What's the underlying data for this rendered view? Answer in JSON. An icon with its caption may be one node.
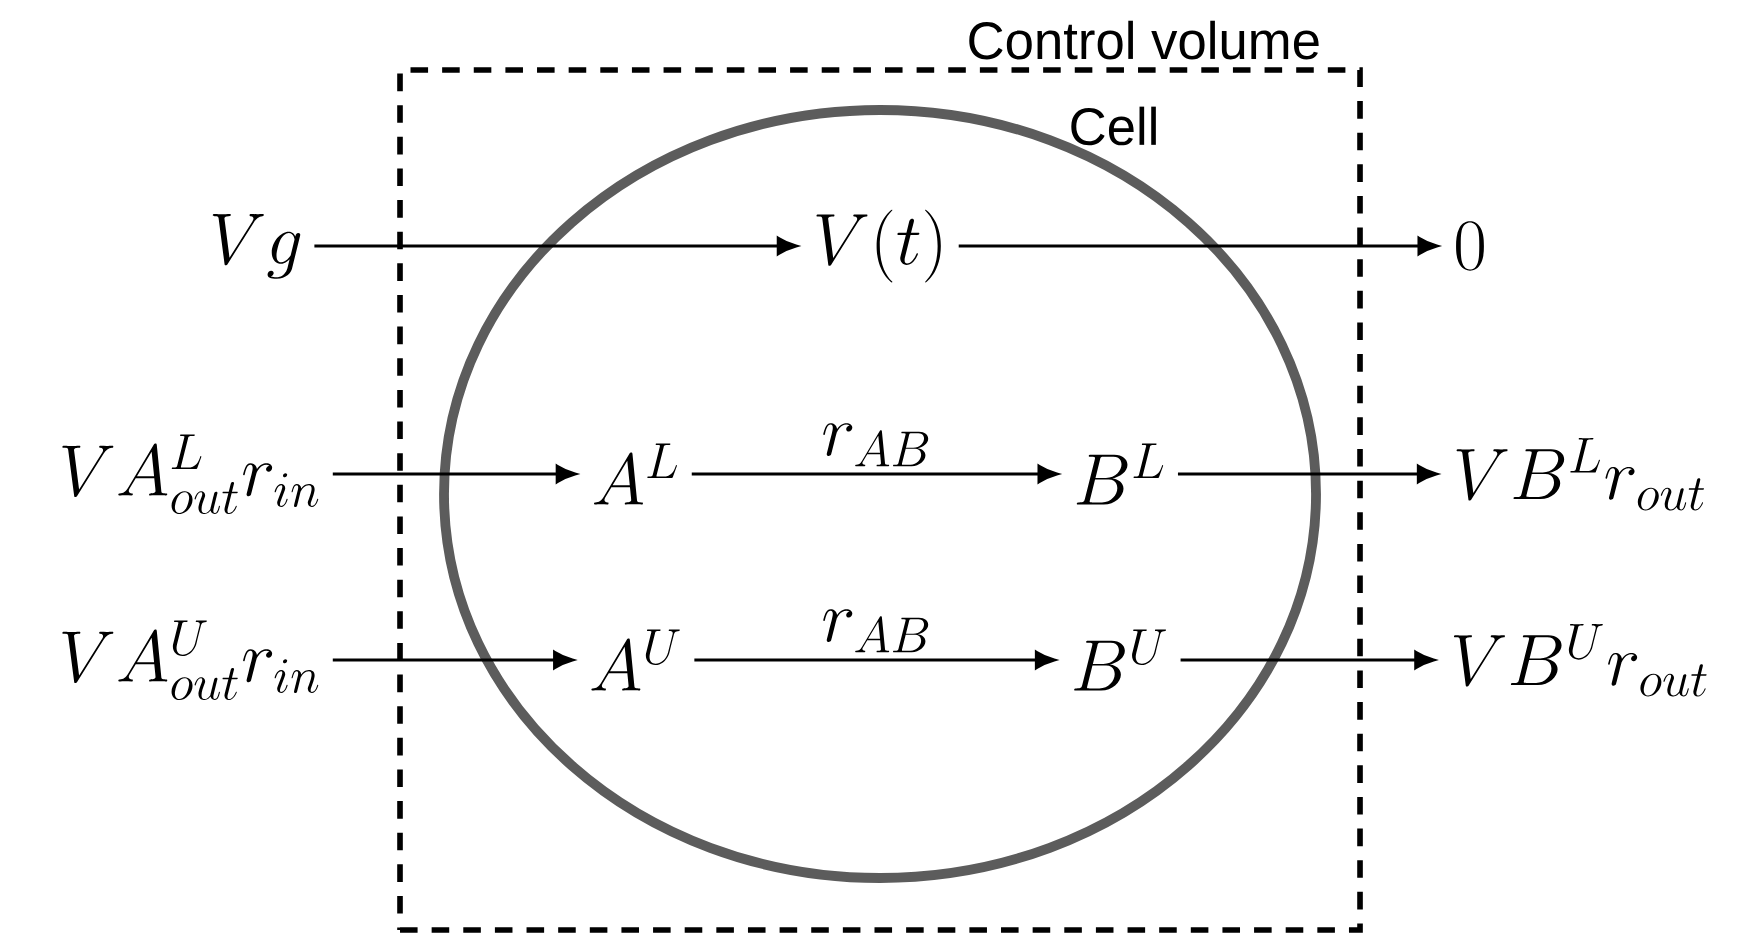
{
  "diagram": {
    "nodes": [
      {
        "text": [
          "Control volume"
        ]
      },
      {
        "text": [
          "Cell"
        ],
        "in": 0
      },
      {
        "text": [
          "Vg"
        ]
      },
      {
        "text": [
          "V(t)"
        ],
        "in": 1
      },
      {
        "text": [
          "0"
        ]
      },
      {
        "text": [
          "VA^L_{out}r_{in}"
        ]
      },
      {
        "text": [
          "A^L"
        ],
        "in": 1
      },
      {
        "text": [
          "B^L"
        ],
        "in": 1
      },
      {
        "text": [
          "VB^Lr_{out}"
        ]
      },
      {
        "text": [
          "VA^U_{out}r_{in}"
        ]
      },
      {
        "text": [
          "A^U"
        ],
        "in": 1
      },
      {
        "text": [
          "B^U"
        ],
        "in": 1
      },
      {
        "text": [
          "VB^Ur_{out}"
        ]
      }
    ],
    "edges": [
      {
        "from": 2,
        "to": 3,
        "arrow": "to"
      },
      {
        "from": 3,
        "to": 4,
        "arrow": "to"
      },
      {
        "from": 5,
        "to": 6,
        "arrow": "to"
      },
      {
        "from": 6,
        "to": 7,
        "arrow": "to",
        "label": "r_{AB}"
      },
      {
        "from": 7,
        "to": 8,
        "arrow": "to"
      },
      {
        "from": 9,
        "to": 10,
        "arrow": "to"
      },
      {
        "from": 10,
        "to": 11,
        "arrow": "to",
        "label": "r_{AB}"
      },
      {
        "from": 11,
        "to": 12,
        "arrow": "to"
      }
    ]
  }
}
